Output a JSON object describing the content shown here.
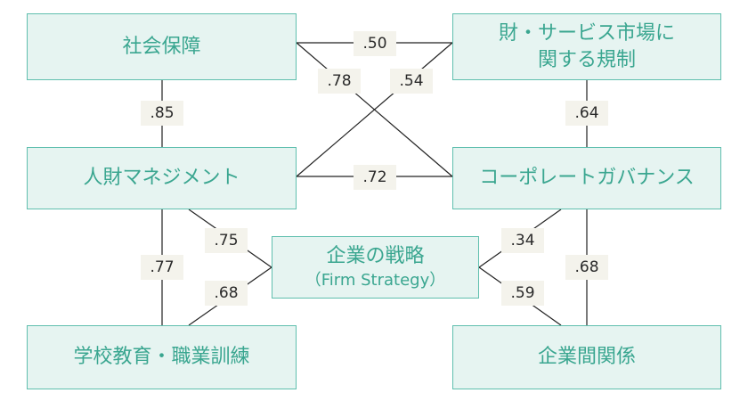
{
  "nodes": {
    "social_security": "社会保障",
    "product_market_regulation_line1": "財・サービス市場に",
    "product_market_regulation_line2": "関する規制",
    "human_resource_management": "人財マネジメント",
    "corporate_governance": "コーポレートガバナンス",
    "firm_strategy": "企業の戦略",
    "firm_strategy_en": "（Firm Strategy）",
    "education_training": "学校教育・職業訓練",
    "inter_firm_relations": "企業間関係"
  },
  "edges": {
    "social_security__product_market": ".50",
    "social_security__governance": ".78",
    "product_market__hrm": ".54",
    "social_security__hrm": ".85",
    "product_market__governance": ".64",
    "hrm__governance": ".72",
    "hrm__strategy": ".75",
    "education__strategy": ".68",
    "hrm__education": ".77",
    "governance__strategy": ".34",
    "interfirm__strategy": ".59",
    "governance__interfirm": ".68"
  },
  "colors": {
    "box_fill": "#e6f4f1",
    "box_border": "#5fbfae",
    "box_text": "#3aa690",
    "label_fill": "#f4f3ec",
    "line": "#222222"
  }
}
